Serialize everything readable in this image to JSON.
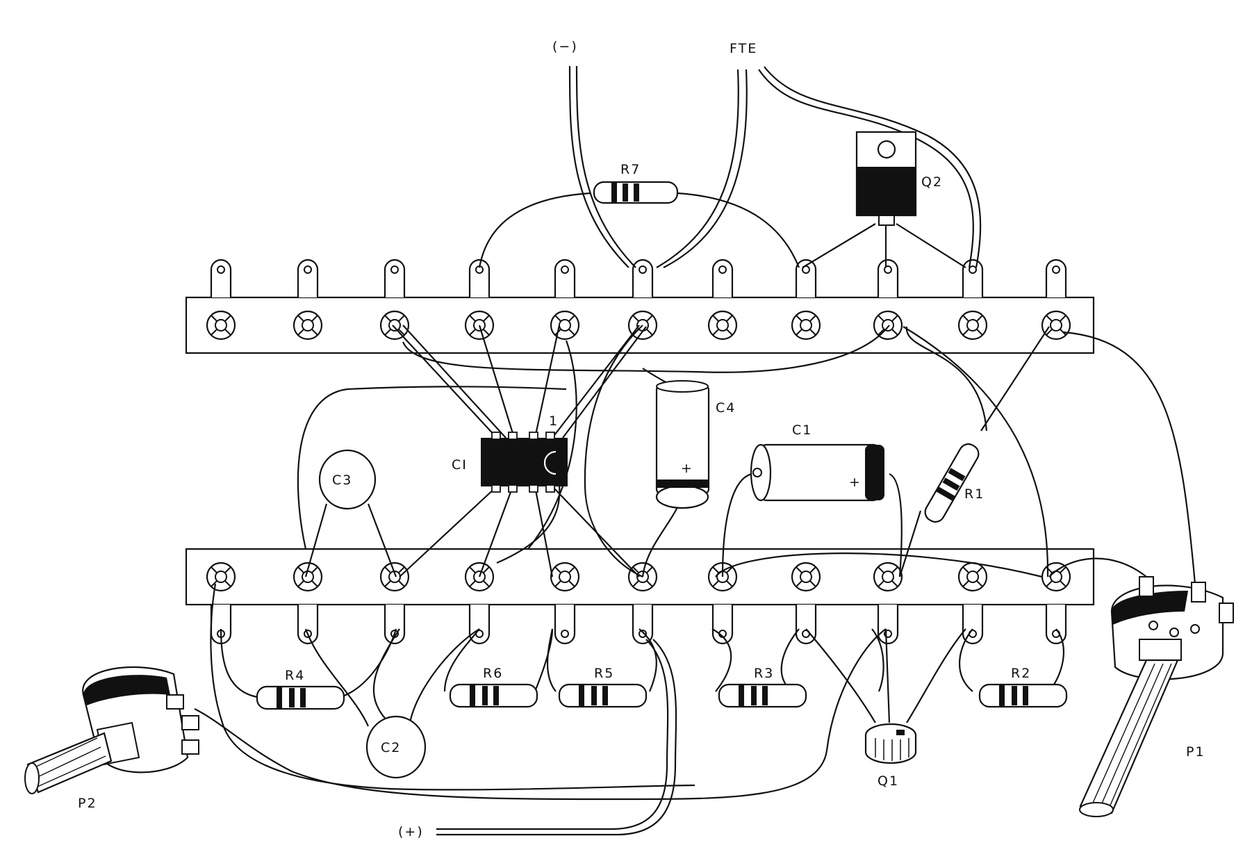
{
  "labels": {
    "neg": "(−)",
    "fte": "FTE",
    "pos": "(+)",
    "r7": "R7",
    "q2": "Q2",
    "c4": "C4",
    "c1": "C1",
    "ci": "CI",
    "pin1": "1",
    "c3": "C3",
    "r1": "R1",
    "r4": "R4",
    "r6": "R6",
    "r5": "R5",
    "r3": "R3",
    "r2": "R2",
    "c2": "C2",
    "q1": "Q1",
    "p1": "P1",
    "p2": "P2",
    "plus_c4": "+",
    "plus_c1": "+"
  },
  "colors": {
    "ink": "#111111",
    "paper": "#ffffff"
  }
}
